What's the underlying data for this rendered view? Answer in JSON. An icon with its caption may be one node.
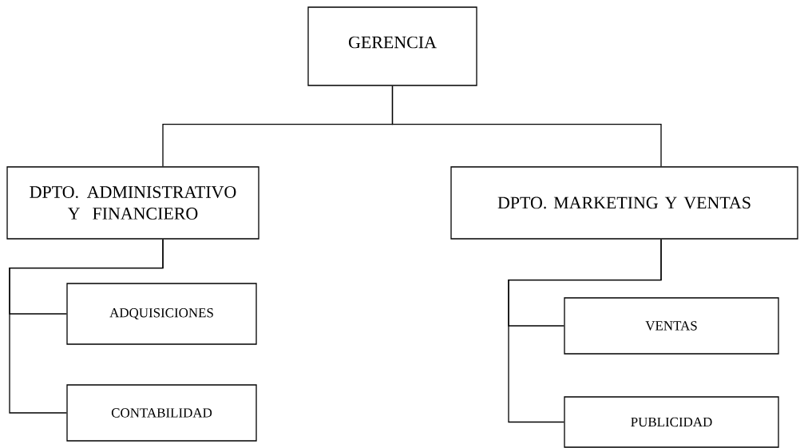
{
  "diagram": {
    "nodes": [
      {
        "text": [
          "GERENCIA"
        ]
      },
      {
        "text": [
          "DPTO. ADMINISTRATIVO Y FINANCIERO"
        ]
      },
      {
        "text": [
          "DPTO. MARKETING Y VENTAS"
        ]
      },
      {
        "text": [
          "ADQUISICIONES"
        ]
      },
      {
        "text": [
          "CONTABILIDAD"
        ]
      },
      {
        "text": [
          "VENTAS"
        ]
      },
      {
        "text": [
          "PUBLICIDAD"
        ]
      }
    ],
    "edges": [
      {
        "from": 0,
        "to": 1,
        "arrow": "none"
      },
      {
        "from": 0,
        "to": 2,
        "arrow": "none"
      },
      {
        "from": 1,
        "to": 3,
        "arrow": "none"
      },
      {
        "from": 1,
        "to": 4,
        "arrow": "none"
      },
      {
        "from": 2,
        "to": 5,
        "arrow": "none"
      },
      {
        "from": 2,
        "to": 6,
        "arrow": "none"
      }
    ]
  }
}
